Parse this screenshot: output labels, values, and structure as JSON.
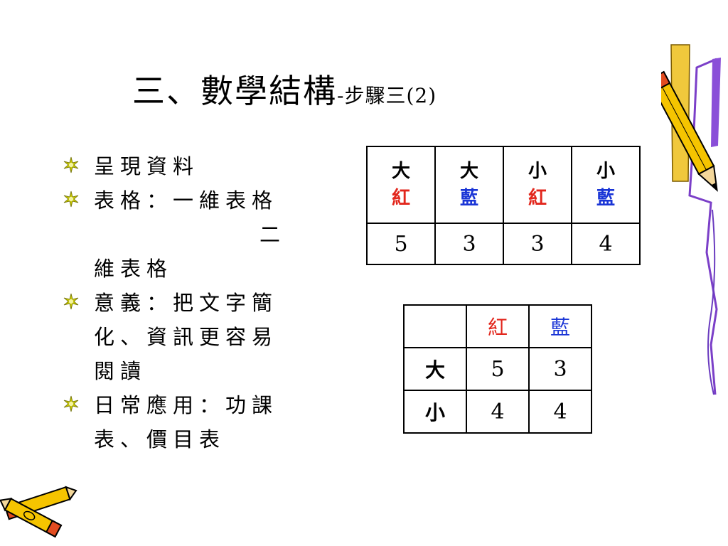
{
  "slide": {
    "title_main": "三、數學結構",
    "title_sub": "-步驟三(2)"
  },
  "bullets": [
    {
      "text": "呈現資料"
    },
    {
      "text": "表格：一維表格",
      "continuation": "二",
      "continuation2": "維表格"
    },
    {
      "text": "意義：把文字簡化、資訊更容易閱讀"
    },
    {
      "text": "日常應用：功課表、價目表"
    }
  ],
  "table1": {
    "headers": [
      {
        "size": "大",
        "color_label": "紅",
        "color": "#e2261c"
      },
      {
        "size": "大",
        "color_label": "藍",
        "color": "#1a35d6"
      },
      {
        "size": "小",
        "color_label": "紅",
        "color": "#e2261c"
      },
      {
        "size": "小",
        "color_label": "藍",
        "color": "#1a35d6"
      }
    ],
    "values": [
      "5",
      "3",
      "3",
      "4"
    ]
  },
  "table2": {
    "col_headers": [
      "",
      "紅",
      "藍"
    ],
    "rows": [
      {
        "label": "大",
        "values": [
          "5",
          "3"
        ]
      },
      {
        "label": "小",
        "values": [
          "4",
          "4"
        ]
      }
    ]
  },
  "colors": {
    "red": "#e2261c",
    "blue": "#1a35d6",
    "bullet": "#c8c800"
  },
  "icons": [
    "bullet-star-icon",
    "pencil-clipart-icon",
    "crayons-clipart-icon"
  ]
}
